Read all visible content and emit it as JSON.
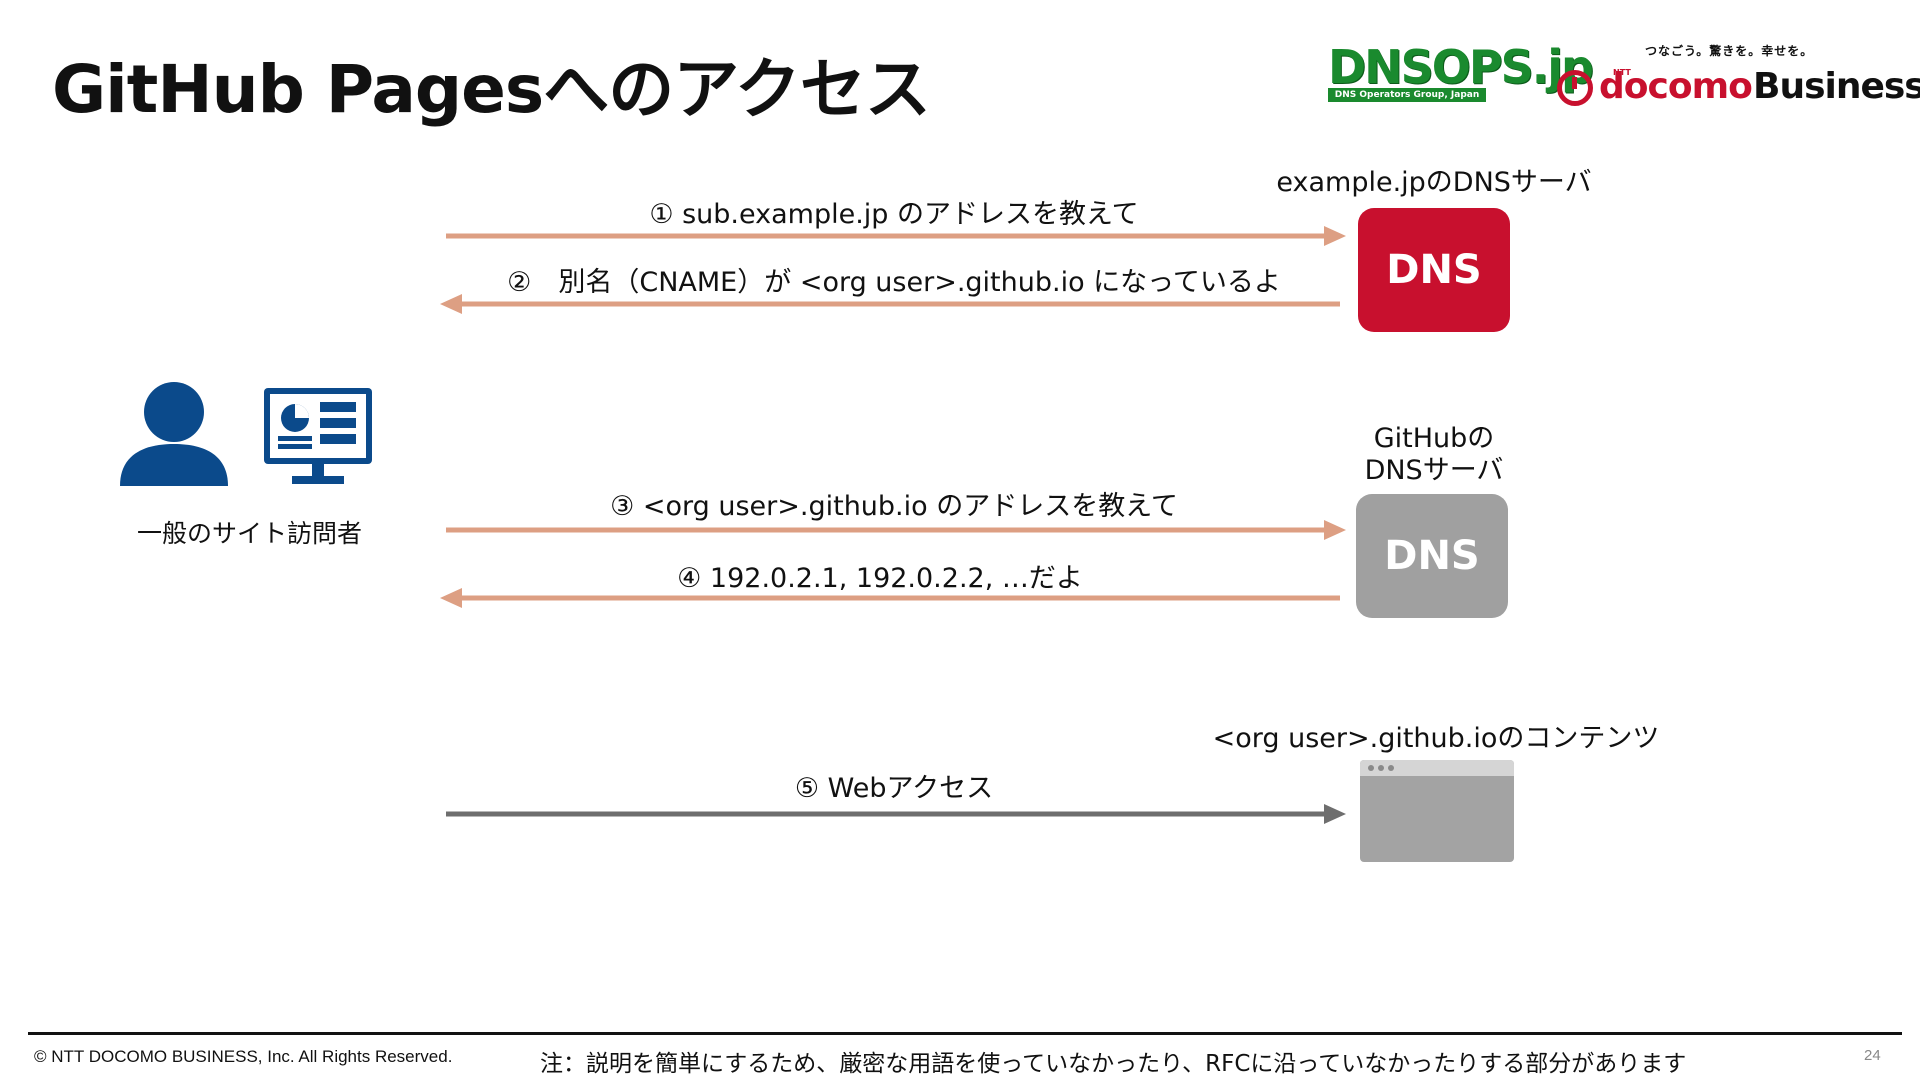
{
  "title": "GitHub Pagesへのアクセス",
  "logos": {
    "dnsops_main": "DNSOPS.jp",
    "dnsops_sub": "DNS Operators Group, Japan",
    "docomo_tagline": "つなごう。驚きを。幸せを。",
    "docomo_ntt": "NTT",
    "docomo_name": "docomo",
    "docomo_business": "Business"
  },
  "visitor": {
    "label": "一般のサイト訪問者"
  },
  "servers": {
    "example_dns_label": "example.jpのDNSサーバ",
    "example_dns_box": "DNS",
    "github_dns_label_line1": "GitHubの",
    "github_dns_label_line2": "DNSサーバ",
    "github_dns_box": "DNS",
    "content_label": "<org user>.github.ioのコンテンツ"
  },
  "messages": {
    "m1": "① sub.example.jp のアドレスを教えて",
    "m2": "②　別名（CNAME）が <org user>.github.io になっているよ",
    "m3": "③ <org user>.github.io のアドレスを教えて",
    "m4": "④ 192.0.2.1, 192.0.2.2, …だよ",
    "m5": "⑤ Webアクセス"
  },
  "colors": {
    "dns_query_arrow": "#dd9f83",
    "web_access_arrow": "#6e6e6e",
    "dns_red": "#c8102e",
    "dns_grey": "#a0a0a0",
    "icon_blue": "#0b4a8b"
  },
  "footer": {
    "copyright": "© NTT DOCOMO BUSINESS, Inc. All Rights Reserved.",
    "note": "注：説明を簡単にするため、厳密な用語を使っていなかったり、RFCに沿っていなかったりする部分があります",
    "page": "24"
  }
}
